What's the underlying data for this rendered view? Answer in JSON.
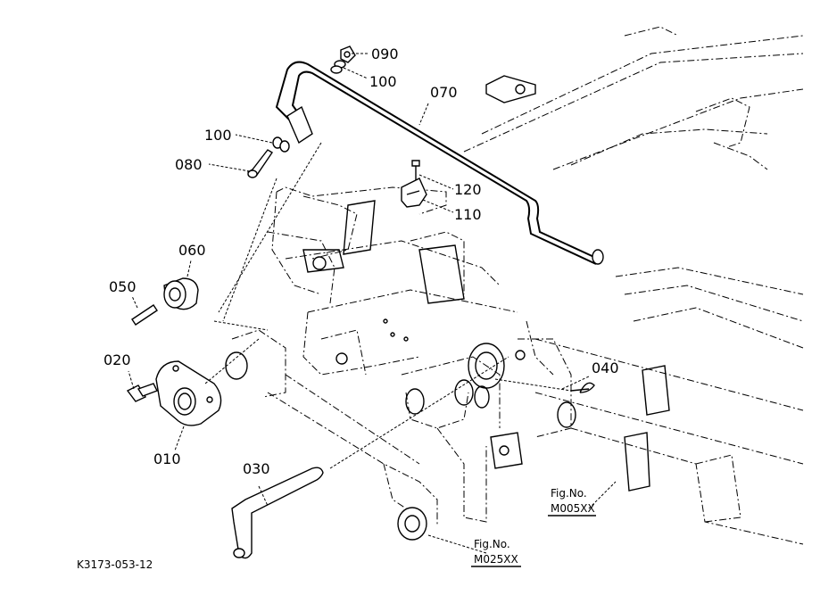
{
  "parts": [
    {
      "id": "p090",
      "label": "090"
    },
    {
      "id": "p100a",
      "label": "100"
    },
    {
      "id": "p070",
      "label": "070"
    },
    {
      "id": "p100b",
      "label": "100"
    },
    {
      "id": "p080",
      "label": "080"
    },
    {
      "id": "p120",
      "label": "120"
    },
    {
      "id": "p110",
      "label": "110"
    },
    {
      "id": "p060",
      "label": "060"
    },
    {
      "id": "p050",
      "label": "050"
    },
    {
      "id": "p020",
      "label": "020"
    },
    {
      "id": "p040",
      "label": "040"
    },
    {
      "id": "p010",
      "label": "010"
    },
    {
      "id": "p030",
      "label": "030"
    }
  ],
  "fig_refs": [
    {
      "line1": "Fig.No.",
      "line2": "M005XX"
    },
    {
      "line1": "Fig.No.",
      "line2": "M025XX"
    }
  ],
  "drawing_id": "K3173-053-12"
}
